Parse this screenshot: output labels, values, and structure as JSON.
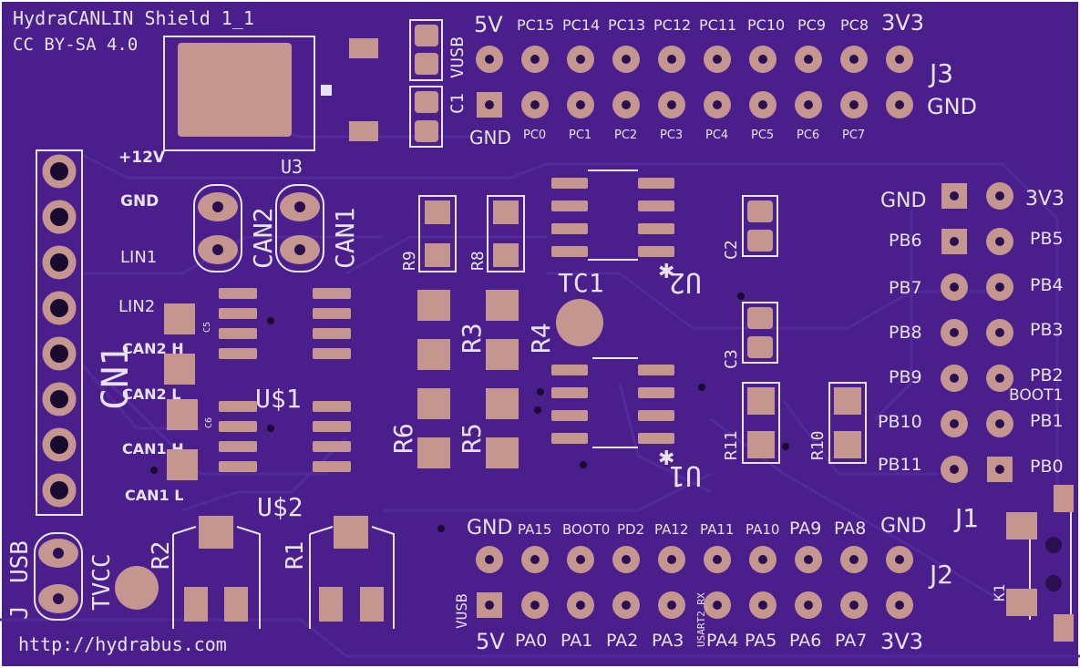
{
  "board": {
    "title": "HydraCANLIN Shield 1_1",
    "license": "CC BY-SA 4.0",
    "url": "http://hydrabus.com",
    "colors": {
      "board": "#4a1f8c",
      "silkscreen": "#e8e2f0",
      "pad": "#c4968f",
      "edge": "#ffffff"
    }
  },
  "cn1": {
    "ref": "CN1",
    "pins": [
      "+12V",
      "GND",
      "LIN1",
      "LIN2",
      "CAN2 H",
      "CAN2 L",
      "CAN1 H",
      "CAN1 L"
    ]
  },
  "u3": {
    "ref": "U3"
  },
  "vusb": {
    "ref": "VUSB"
  },
  "c1": {
    "ref": "C1"
  },
  "j3": {
    "ref": "J3",
    "top_labels": [
      "5V",
      "PC15",
      "PC14",
      "PC13",
      "PC12",
      "PC11",
      "PC10",
      "PC9",
      "PC8",
      "3V3"
    ],
    "bottom_labels": [
      "GND",
      "PC0",
      "PC1",
      "PC2",
      "PC3",
      "PC4",
      "PC5",
      "PC6",
      "PC7",
      "GND"
    ]
  },
  "jumpers": {
    "can2": "CAN2",
    "can1": "CAN1"
  },
  "resistors": {
    "r9": "R9",
    "r8": "R8",
    "r3": "R3",
    "r4": "R4",
    "r6": "R6",
    "r5": "R5",
    "r11": "R11",
    "r10": "R10",
    "r2": "R2",
    "r1": "R1"
  },
  "caps": {
    "c2": "C2",
    "c3": "C3",
    "c5": "C5",
    "c6": "C6"
  },
  "ics": {
    "tc1": "TC1",
    "u2": "U2",
    "u1": "U1",
    "us1": "U$1",
    "us2": "U$2"
  },
  "j_right": {
    "left_labels": [
      "GND",
      "PB6",
      "PB7",
      "PB8",
      "PB9",
      "PB10",
      "PB11"
    ],
    "right_labels": [
      "3V3",
      "PB5",
      "PB4",
      "PB3",
      "PB2",
      "PB1",
      "PB0"
    ],
    "boot": "BOOT1"
  },
  "j2": {
    "ref": "J2",
    "top_labels": [
      "GND",
      "PA15",
      "BOOT0",
      "PD2",
      "PA12",
      "PA11",
      "PA10",
      "PA9",
      "PA8",
      "GND"
    ],
    "bottom_labels": [
      "5V",
      "PA0",
      "PA1",
      "PA2",
      "PA3",
      "PA4",
      "PA5",
      "PA6",
      "PA7",
      "3V3"
    ],
    "side_label": "VUSB",
    "rx_label": "USART2_RX"
  },
  "j1": {
    "ref": "J1",
    "k1": "K1"
  },
  "jusb": {
    "j": "J",
    "usb": "USB",
    "tvcc": "TVCC"
  }
}
